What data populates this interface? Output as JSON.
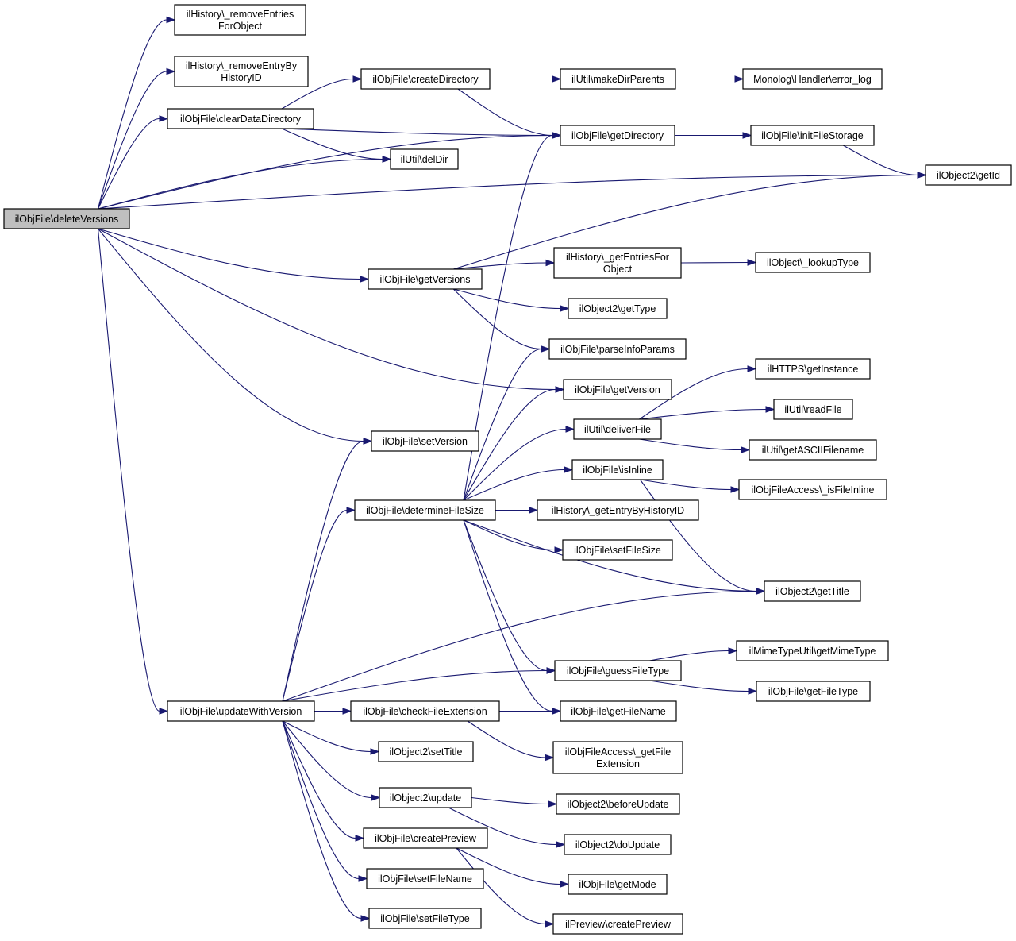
{
  "diagram": {
    "type": "call-graph",
    "nodes": {
      "deleteVersions": "ilObjFile\\deleteVersions",
      "removeEntriesForObject": [
        "ilHistory\\_removeEntries",
        "ForObject"
      ],
      "removeEntryByHistoryID": [
        "ilHistory\\_removeEntryBy",
        "HistoryID"
      ],
      "clearDataDirectory": "ilObjFile\\clearDataDirectory",
      "delDir": "ilUtil\\delDir",
      "createDirectory": "ilObjFile\\createDirectory",
      "makeDirParents": "ilUtil\\makeDirParents",
      "errorLog": "Monolog\\Handler\\error_log",
      "getDirectory": "ilObjFile\\getDirectory",
      "initFileStorage": "ilObjFile\\initFileStorage",
      "getId": "ilObject2\\getId",
      "getVersions": "ilObjFile\\getVersions",
      "getEntriesForObject": [
        "ilHistory\\_getEntriesFor",
        "Object"
      ],
      "lookupType": "ilObject\\_lookupType",
      "getType": "ilObject2\\getType",
      "parseInfoParams": "ilObjFile\\parseInfoParams",
      "getVersion": "ilObjFile\\getVersion",
      "getInstance": "ilHTTPS\\getInstance",
      "readFile": "ilUtil\\readFile",
      "deliverFile": "ilUtil\\deliverFile",
      "getASCIIFilename": "ilUtil\\getASCIIFilename",
      "setVersion": "ilObjFile\\setVersion",
      "isInline": "ilObjFile\\isInline",
      "isFileInline": "ilObjFileAccess\\_isFileInline",
      "determineFileSize": "ilObjFile\\determineFileSize",
      "getEntryByHistoryID": "ilHistory\\_getEntryByHistoryID",
      "setFileSize": "ilObjFile\\setFileSize",
      "getTitle": "ilObject2\\getTitle",
      "getMimeType": "ilMimeTypeUtil\\getMimeType",
      "guessFileType": "ilObjFile\\guessFileType",
      "getFileType": "ilObjFile\\getFileType",
      "updateWithVersion": "ilObjFile\\updateWithVersion",
      "checkFileExtension": "ilObjFile\\checkFileExtension",
      "getFileName": "ilObjFile\\getFileName",
      "setTitle": "ilObject2\\setTitle",
      "getFileExtension": [
        "ilObjFileAccess\\_getFile",
        "Extension"
      ],
      "update": "ilObject2\\update",
      "beforeUpdate": "ilObject2\\beforeUpdate",
      "doUpdate": "ilObject2\\doUpdate",
      "createPreview": "ilObjFile\\createPreview",
      "getMode": "ilObjFile\\getMode",
      "setFileName": "ilObjFile\\setFileName",
      "setFileType": "ilObjFile\\setFileType",
      "previewCreatePreview": "ilPreview\\createPreview"
    },
    "edges": [
      [
        "deleteVersions",
        "removeEntriesForObject"
      ],
      [
        "deleteVersions",
        "removeEntryByHistoryID"
      ],
      [
        "deleteVersions",
        "clearDataDirectory"
      ],
      [
        "deleteVersions",
        "delDir"
      ],
      [
        "deleteVersions",
        "getDirectory"
      ],
      [
        "deleteVersions",
        "getId"
      ],
      [
        "deleteVersions",
        "getVersions"
      ],
      [
        "deleteVersions",
        "getVersion"
      ],
      [
        "deleteVersions",
        "setVersion"
      ],
      [
        "deleteVersions",
        "updateWithVersion"
      ],
      [
        "clearDataDirectory",
        "createDirectory"
      ],
      [
        "clearDataDirectory",
        "getDirectory"
      ],
      [
        "clearDataDirectory",
        "delDir"
      ],
      [
        "createDirectory",
        "makeDirParents"
      ],
      [
        "createDirectory",
        "getDirectory"
      ],
      [
        "makeDirParents",
        "errorLog"
      ],
      [
        "getDirectory",
        "initFileStorage"
      ],
      [
        "initFileStorage",
        "getId"
      ],
      [
        "getVersions",
        "getId"
      ],
      [
        "getVersions",
        "getEntriesForObject"
      ],
      [
        "getVersions",
        "getType"
      ],
      [
        "getVersions",
        "parseInfoParams"
      ],
      [
        "getEntriesForObject",
        "lookupType"
      ],
      [
        "deliverFile",
        "getInstance"
      ],
      [
        "deliverFile",
        "readFile"
      ],
      [
        "deliverFile",
        "getASCIIFilename"
      ],
      [
        "isInline",
        "isFileInline"
      ],
      [
        "isInline",
        "getTitle"
      ],
      [
        "determineFileSize",
        "getDirectory"
      ],
      [
        "determineFileSize",
        "parseInfoParams"
      ],
      [
        "determineFileSize",
        "getVersion"
      ],
      [
        "determineFileSize",
        "deliverFile"
      ],
      [
        "determineFileSize",
        "isInline"
      ],
      [
        "determineFileSize",
        "getEntryByHistoryID"
      ],
      [
        "determineFileSize",
        "setFileSize"
      ],
      [
        "determineFileSize",
        "getTitle"
      ],
      [
        "determineFileSize",
        "guessFileType"
      ],
      [
        "determineFileSize",
        "getFileName"
      ],
      [
        "guessFileType",
        "getMimeType"
      ],
      [
        "guessFileType",
        "getFileType"
      ],
      [
        "updateWithVersion",
        "setVersion"
      ],
      [
        "updateWithVersion",
        "determineFileSize"
      ],
      [
        "updateWithVersion",
        "getTitle"
      ],
      [
        "updateWithVersion",
        "guessFileType"
      ],
      [
        "updateWithVersion",
        "checkFileExtension"
      ],
      [
        "updateWithVersion",
        "setTitle"
      ],
      [
        "updateWithVersion",
        "update"
      ],
      [
        "updateWithVersion",
        "createPreview"
      ],
      [
        "updateWithVersion",
        "setFileName"
      ],
      [
        "updateWithVersion",
        "setFileType"
      ],
      [
        "checkFileExtension",
        "getFileName"
      ],
      [
        "checkFileExtension",
        "getFileExtension"
      ],
      [
        "update",
        "beforeUpdate"
      ],
      [
        "update",
        "doUpdate"
      ],
      [
        "createPreview",
        "getMode"
      ],
      [
        "createPreview",
        "previewCreatePreview"
      ]
    ],
    "colors": {
      "edge": "#191970",
      "node_border": "#000000",
      "root_fill": "#bfbfbf",
      "node_fill": "#ffffff"
    }
  }
}
